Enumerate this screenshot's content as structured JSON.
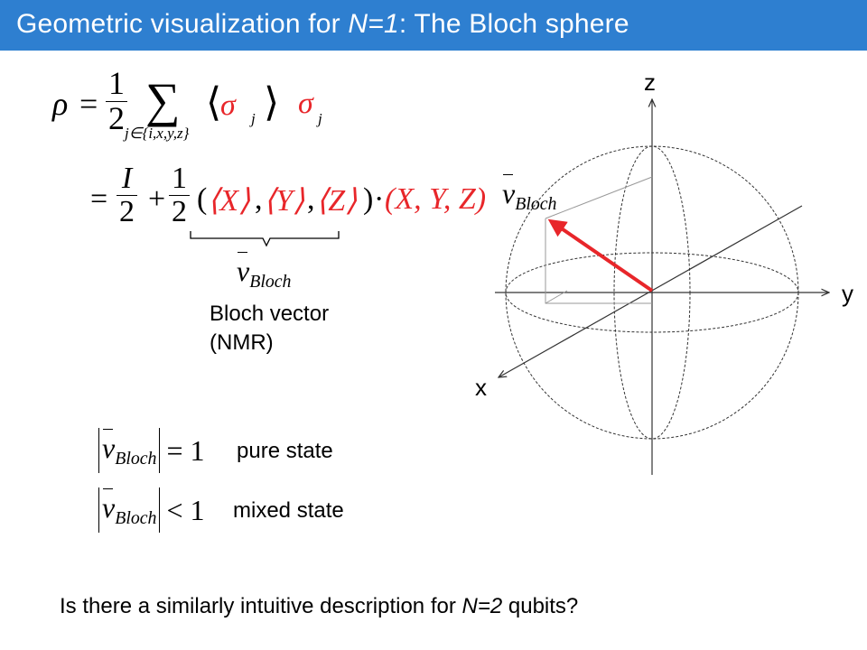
{
  "slide": {
    "title_prefix": "Geometric visualization for ",
    "title_italic": "N=1",
    "title_suffix": ": The Bloch sphere"
  },
  "equation1": {
    "lhs": "ρ",
    "eq": "=",
    "frac_num": "1",
    "frac_den": "2",
    "sum_symbol": "∑",
    "sum_index": "j∈{i,x,y,z}",
    "expectation": "⟨ σ",
    "expectation_sub": "j",
    "expectation_close": "⟩",
    "operator": "σ",
    "operator_sub": "j"
  },
  "equation2": {
    "eq": "=",
    "frac1_num": "I",
    "frac1_den": "2",
    "plus": "+",
    "frac2_num": "1",
    "frac2_den": "2",
    "open_paren": "(",
    "expect_x": "⟨X⟩",
    "comma1": ",",
    "expect_y": "⟨Y⟩",
    "comma2": ",",
    "expect_z": "⟨Z⟩",
    "close_paren": ")",
    "dot": "·",
    "vector_ops": "(X, Y, Z)"
  },
  "bloch_vector_symbol": {
    "v": "v",
    "sub": "Bloch"
  },
  "bloch_vector_label": {
    "line1": "Bloch vector",
    "line2": "(NMR)"
  },
  "conditions": [
    {
      "relation": "= 1",
      "label": "pure state"
    },
    {
      "relation": "< 1",
      "label": "mixed state"
    }
  ],
  "sphere": {
    "axis_z": "z",
    "axis_y": "y",
    "axis_x": "x",
    "vector_color": "#e8262a"
  },
  "bottom_question": {
    "prefix": "Is there a similarly intuitive description for ",
    "italic": "N=2",
    "suffix": " qubits?"
  },
  "colors": {
    "title_bar": "#2e7fd0",
    "accent_red": "#e8262a"
  }
}
